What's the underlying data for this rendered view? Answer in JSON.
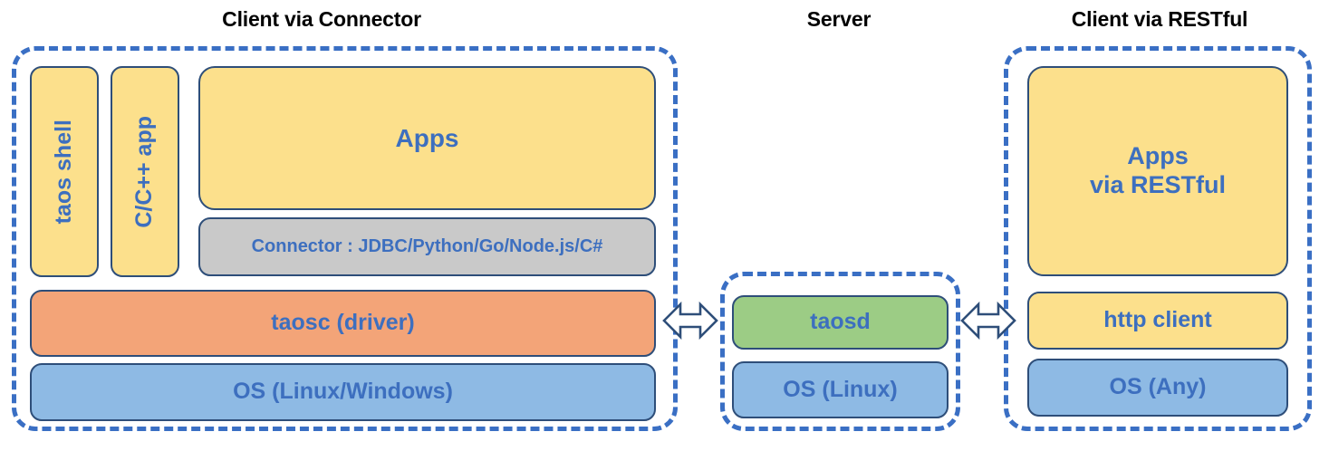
{
  "diagram": {
    "title_connector": "Client via Connector",
    "title_server": "Server",
    "title_restful": "Client via RESTful",
    "client_connector": {
      "taos_shell": "taos shell",
      "cpp_app": "C/C++ app",
      "apps": "Apps",
      "connector": "Connector : JDBC/Python/Go/Node.js/C#",
      "taosc": "taosc (driver)",
      "os": "OS (Linux/Windows)"
    },
    "server": {
      "taosd": "taosd",
      "os": "OS (Linux)"
    },
    "client_restful": {
      "apps_line1": "Apps",
      "apps_line2": "via RESTful",
      "http_client": "http client",
      "os": "OS (Any)"
    },
    "connectors": {
      "left_arrow": "bidirectional-arrow",
      "right_arrow": "bidirectional-arrow"
    },
    "colors": {
      "dashed_border": "#3A6FC4",
      "node_border": "#2E4E79",
      "label_text": "#3D6FBF",
      "title_text": "#000000",
      "yellow": "#FCE08C",
      "orange": "#F3A478",
      "blue": "#8EBAE4",
      "green": "#9CCC85",
      "gray": "#C9C9C9"
    }
  }
}
